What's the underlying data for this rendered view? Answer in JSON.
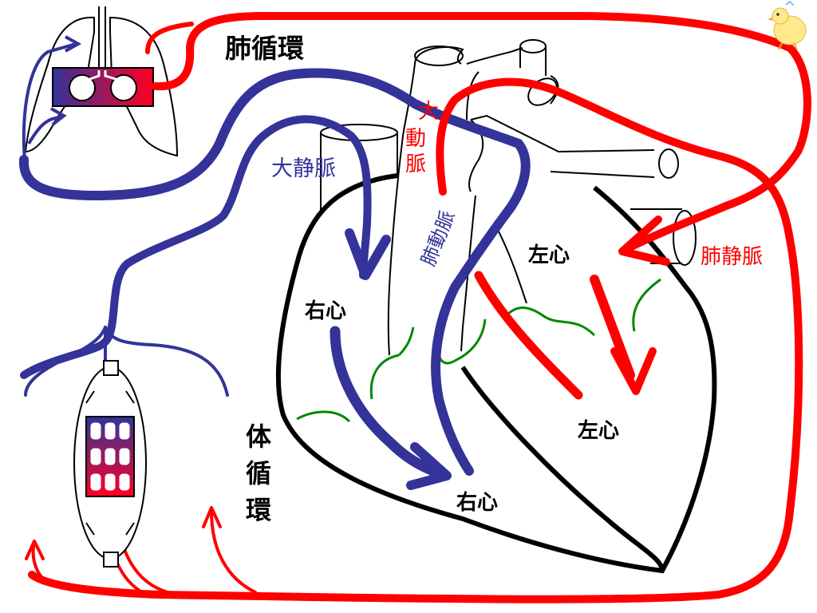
{
  "labels": {
    "pulmonary_circulation": "肺循環",
    "systemic_circulation_1": "体",
    "systemic_circulation_2": "循",
    "systemic_circulation_3": "環",
    "vena_cava": "大静脈",
    "aorta_1": "大",
    "aorta_2": "動",
    "aorta_3": "脈",
    "pulmonary_artery": "肺動脈",
    "pulmonary_vein": "肺静脈",
    "right_atrium": "右心",
    "right_ventricle": "右心",
    "left_atrium": "左心",
    "left_ventricle": "左心"
  },
  "colors": {
    "oxygenated": "#ff0000",
    "deoxygenated": "#333399",
    "valve": "#008800",
    "outline": "#000000",
    "background": "#ffffff"
  }
}
